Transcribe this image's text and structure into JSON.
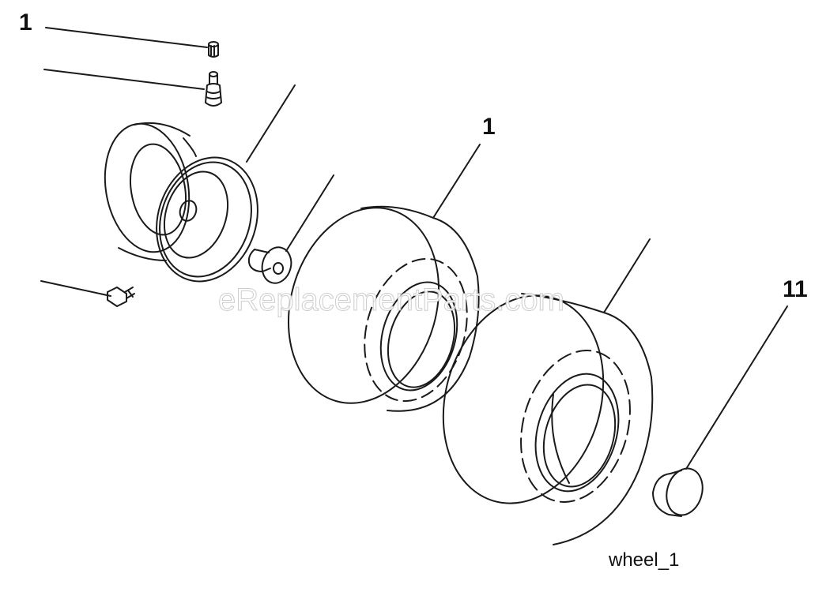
{
  "callouts": {
    "top_left": "1",
    "tire_front": "1",
    "hub_cap": "11"
  },
  "caption": "wheel_1",
  "watermark": "eReplacementParts.com"
}
